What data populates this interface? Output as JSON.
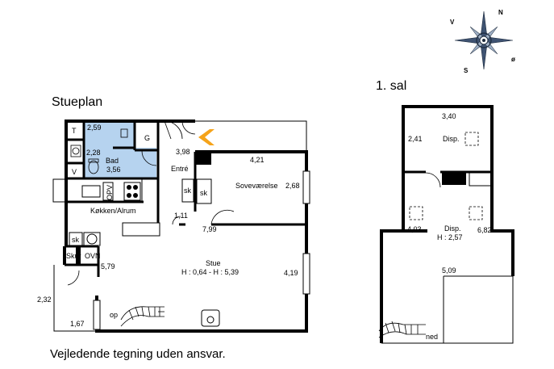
{
  "titles": {
    "ground": "Stueplan",
    "upper": "1. sal",
    "disclaimer": "Vejledende tegning uden ansvar."
  },
  "compass": {
    "n": "N",
    "s": "S",
    "v": "V",
    "o": "ø"
  },
  "ground_rooms": {
    "toilet": "T",
    "toilet_dim": "2,59",
    "utility_v": "V",
    "utility_dim": "2,28",
    "garderobe": "G",
    "bath": "Bad",
    "bath_dim": "3,56",
    "entrance": "Entré",
    "entrance_dim": "3,98",
    "cupboard1": "sk",
    "cupboard2": "sk",
    "bedroom": "Soveværelse",
    "bedroom_dim_top": "4,21",
    "bedroom_dim_side": "2,68",
    "kitchen": "Køkken/Alrum",
    "kitchen_dim": "1,11",
    "hall_dim": "7,99",
    "fridge": "OPV",
    "cupboard3": "sk",
    "shed": "Skur",
    "oven": "OVN",
    "shed_dim": "5,79",
    "living": "Stue",
    "living_height": "H : 0,64 - H : 5,39",
    "living_dim": "4,19",
    "terrace_dim_side": "2,32",
    "terrace_dim_bottom": "1,67",
    "stairs_up": "op"
  },
  "upper_rooms": {
    "loft_dim_top": "3,40",
    "loft_dim_side": "2,41",
    "loft": "Disp.",
    "main": "Disp.",
    "main_height": "H : 2,57",
    "main_dim_left": "4,03",
    "main_dim_right": "6,82",
    "main_dim_bottom": "5,09",
    "stairs_down": "ned"
  },
  "colors": {
    "wall": "#000000",
    "bath_fill": "#b6d3ef",
    "arrow": "#f5a31a",
    "compass_dark": "#3f5372"
  }
}
